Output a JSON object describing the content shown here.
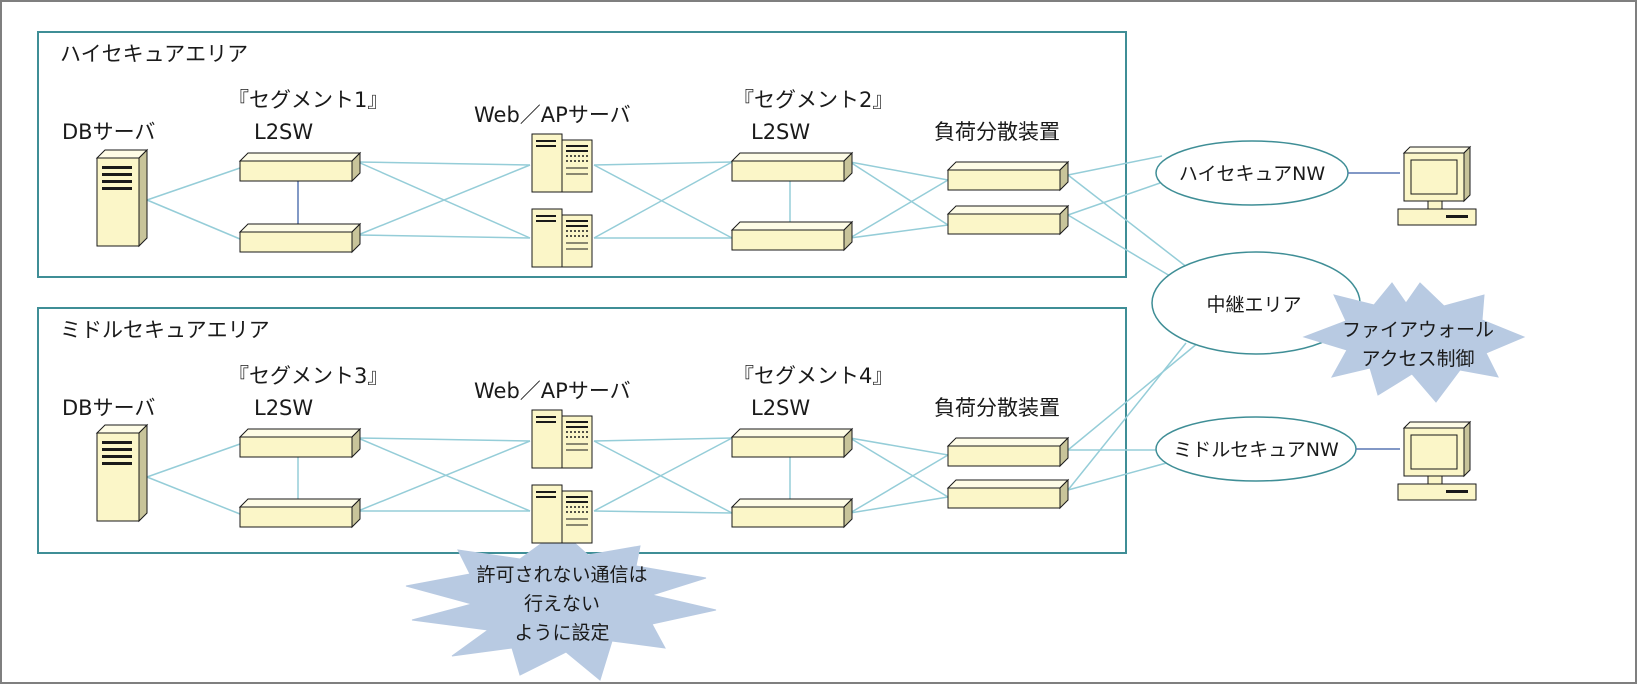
{
  "zones": {
    "high": {
      "title": "ハイセキュアエリア"
    },
    "middle": {
      "title": "ミドルセキュアエリア"
    }
  },
  "columns": {
    "db_server": "DBサーバ",
    "web_ap_server": "Web／APサーバ",
    "load_balancer": "負荷分散装置",
    "l2sw": "L2SW",
    "segments": [
      "『セグメント1』",
      "『セグメント2』",
      "『セグメント3』",
      "『セグメント4』"
    ]
  },
  "networks": {
    "high_nw": "ハイセキュアNW",
    "relay": "中継エリア",
    "middle_nw": "ミドルセキュアNW"
  },
  "callouts": {
    "firewall": [
      "ファイアウォール",
      "アクセス制御"
    ],
    "blocked": [
      "許可されない通信は",
      "行えない",
      "ように設定"
    ]
  },
  "colors": {
    "zone_border": "#3f8e96",
    "link": "#95cdd8",
    "link_dark": "#5877b3",
    "device_fill": "#fbf6c8",
    "starburst_fill": "#b8cae2",
    "outer_border": "#7f7f7f"
  }
}
